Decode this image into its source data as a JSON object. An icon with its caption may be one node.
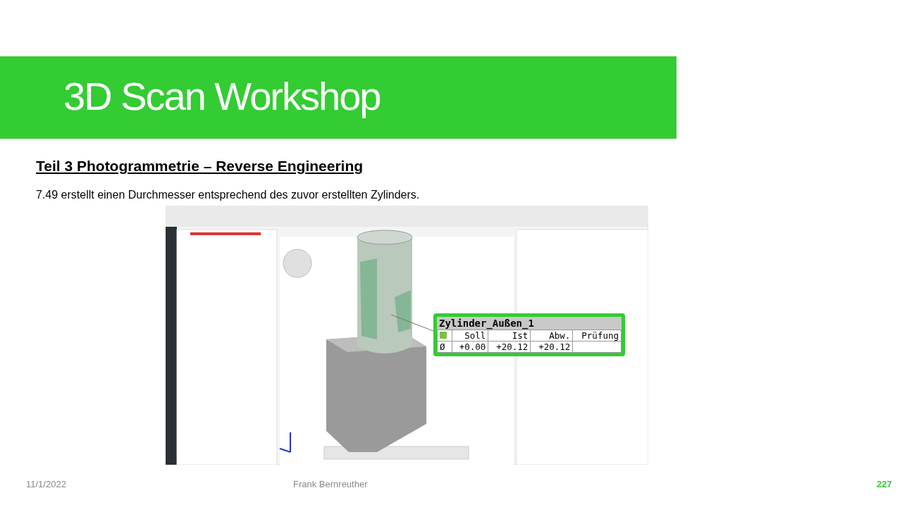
{
  "diagram": {
    "title": "3D Scan Workshop",
    "nodes": [
      {
        "text": [
          "Zylinder_Außen_1"
        ]
      },
      {
        "text": [],
        "shape": "picture"
      }
    ],
    "edges": [
      {
        "from": 0,
        "to": 1,
        "arrow": "none"
      }
    ],
    "labels": [
      "Teil 3  Photogrammetrie  – Reverse Engineering",
      "7.49 erstellt einen Durchmesser entsprechend des zuvor erstellten Zylinders.",
      "Soll",
      "Ist",
      "Abw.",
      "Prüfung",
      "Ø",
      "+0.00",
      "+20.12",
      "+20.12",
      "11/1/2022",
      "Frank Bernreuther",
      "227"
    ]
  }
}
